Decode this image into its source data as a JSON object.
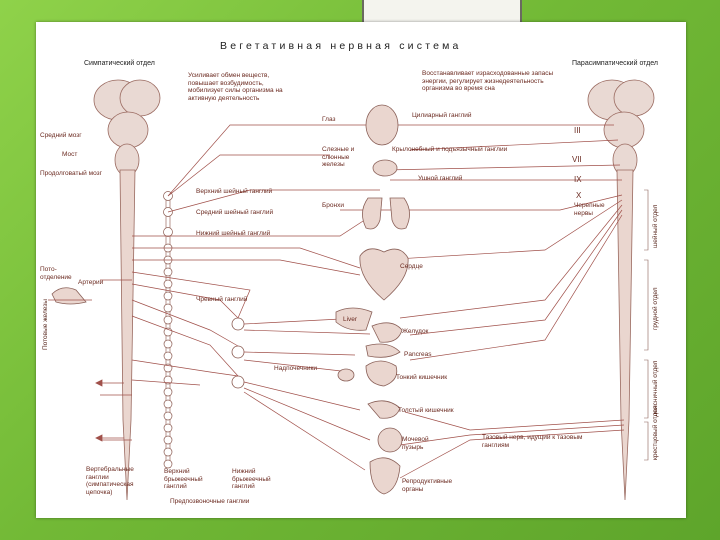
{
  "diagram": {
    "title": "Вегетативная  нервная  система",
    "left_header": "Симпатический отдел",
    "right_header": "Парасимпатический отдел",
    "sympathetic_effect": "Усиливает обмен веществ, повышает возбудимость, мобилизует силы организма на активную деятельность",
    "parasympathetic_effect": "Восстанавливает израсходованные запасы энергии, регулирует жизнедеятельность организма во время сна",
    "brain_regions": [
      "Средний мозг",
      "Мост",
      "Продолговатый мозг"
    ],
    "vessels": [
      "Пото-отделение",
      "Артерии",
      "Потовые железы"
    ],
    "cervical_ganglia": [
      "Верхний шейный ганглий",
      "Средний шейный ганглий",
      "Нижний шейный ганглий"
    ],
    "organs": {
      "eye": "Глаз",
      "glands": "Слезные и слюнные железы",
      "bronchi": "Бронхи",
      "heart": "Сердце",
      "liver": "Liver",
      "stomach": "Желудок",
      "pancreas": "Pancreas",
      "adrenal": "Надпочечники",
      "small_intestine": "Тонкий кишечник",
      "large_intestine": "Толстый кишечник",
      "bladder": "Мочевой пузырь",
      "reproductive": "Репродуктивные органы"
    },
    "parasympathetic_ganglia": [
      "Цилиарный ганглий",
      "Крылонебный и подъязычный ганглии",
      "Ушной ганглий"
    ],
    "cranial_nerves": [
      "III",
      "VII",
      "IX",
      "X"
    ],
    "vagus": "Черепные нервы",
    "celiac": "Чревный ганглий",
    "pelvic": "Тазовый нерв, идущий к тазовым ганглиям",
    "spinal_labels": [
      "шейный отдел",
      "грудной отдел",
      "поясничный отдел",
      "крестцовый отдел"
    ],
    "bottom_labels": {
      "vertebral": "Вертебральные ганглии (симпатическая цепочка)",
      "upper_mesenteric": "Верхний брыжеечный ганглий",
      "lower_mesenteric": "Нижний брыжеечный ганглий",
      "prevertebral": "Предпозвоночные ганглии"
    }
  }
}
